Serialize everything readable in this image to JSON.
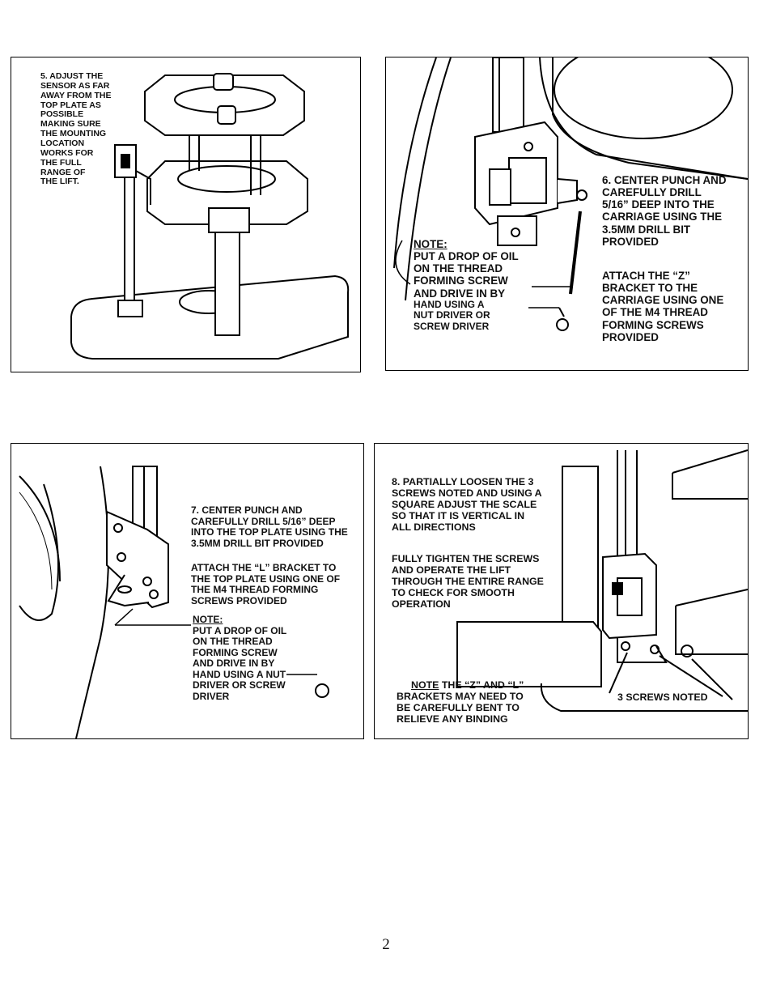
{
  "panel1": {
    "step5": [
      "5. ADJUST THE",
      "SENSOR AS FAR",
      "AWAY FROM THE",
      "TOP PLATE AS",
      "POSSIBLE",
      "MAKING SURE",
      "THE MOUNTING",
      "LOCATION",
      "WORKS FOR",
      "THE FULL",
      "RANGE OF",
      "THE LIFT."
    ]
  },
  "panel2": {
    "step6": [
      "6. CENTER PUNCH AND",
      "CAREFULLY DRILL",
      "5/16” DEEP INTO THE",
      "CARRIAGE USING THE",
      "3.5MM DRILL BIT",
      "PROVIDED"
    ],
    "attach": [
      "ATTACH THE “Z”",
      "BRACKET TO THE",
      "CARRIAGE USING ONE",
      "OF THE M4 THREAD",
      "FORMING SCREWS",
      "PROVIDED"
    ],
    "note_heading": "NOTE:",
    "note": [
      "PUT A DROP OF OIL",
      " ON THE THREAD",
      "FORMING SCREW",
      "AND DRIVE IN BY"
    ],
    "note_small": [
      "HAND USING A",
      "NUT DRIVER OR",
      "SCREW DRIVER"
    ]
  },
  "panel3": {
    "step7": [
      "7. CENTER PUNCH AND",
      "CAREFULLY DRILL 5/16” DEEP",
      "INTO THE TOP PLATE USING THE",
      "3.5MM DRILL BIT PROVIDED"
    ],
    "attach": [
      "ATTACH THE “L” BRACKET TO",
      "THE TOP PLATE USING ONE OF",
      "THE M4 THREAD FORMING",
      "SCREWS PROVIDED"
    ],
    "note_heading": "NOTE:",
    "note": [
      "PUT A DROP OF OIL",
      " ON THE THREAD",
      "FORMING SCREW",
      "AND DRIVE IN BY",
      "HAND USING A NUT",
      "DRIVER OR SCREW",
      "DRIVER"
    ]
  },
  "panel4": {
    "step8": [
      "8. PARTIALLY LOOSEN THE 3",
      "SCREWS NOTED AND USING A",
      "SQUARE ADJUST THE SCALE",
      "SO THAT IT IS VERTICAL IN",
      "ALL DIRECTIONS"
    ],
    "tighten": [
      "FULLY TIGHTEN THE SCREWS",
      "AND OPERATE THE LIFT",
      "THROUGH THE ENTIRE RANGE",
      "TO CHECK FOR SMOOTH",
      "OPERATION"
    ],
    "note_heading": "NOTE",
    "note_first_rest": " THE “Z” AND “L”",
    "note": [
      "BRACKETS MAY NEED TO",
      "BE CAREFULLY BENT TO",
      "RELIEVE ANY BINDING"
    ],
    "screws_label": "3 SCREWS NOTED"
  },
  "page_number": "2"
}
